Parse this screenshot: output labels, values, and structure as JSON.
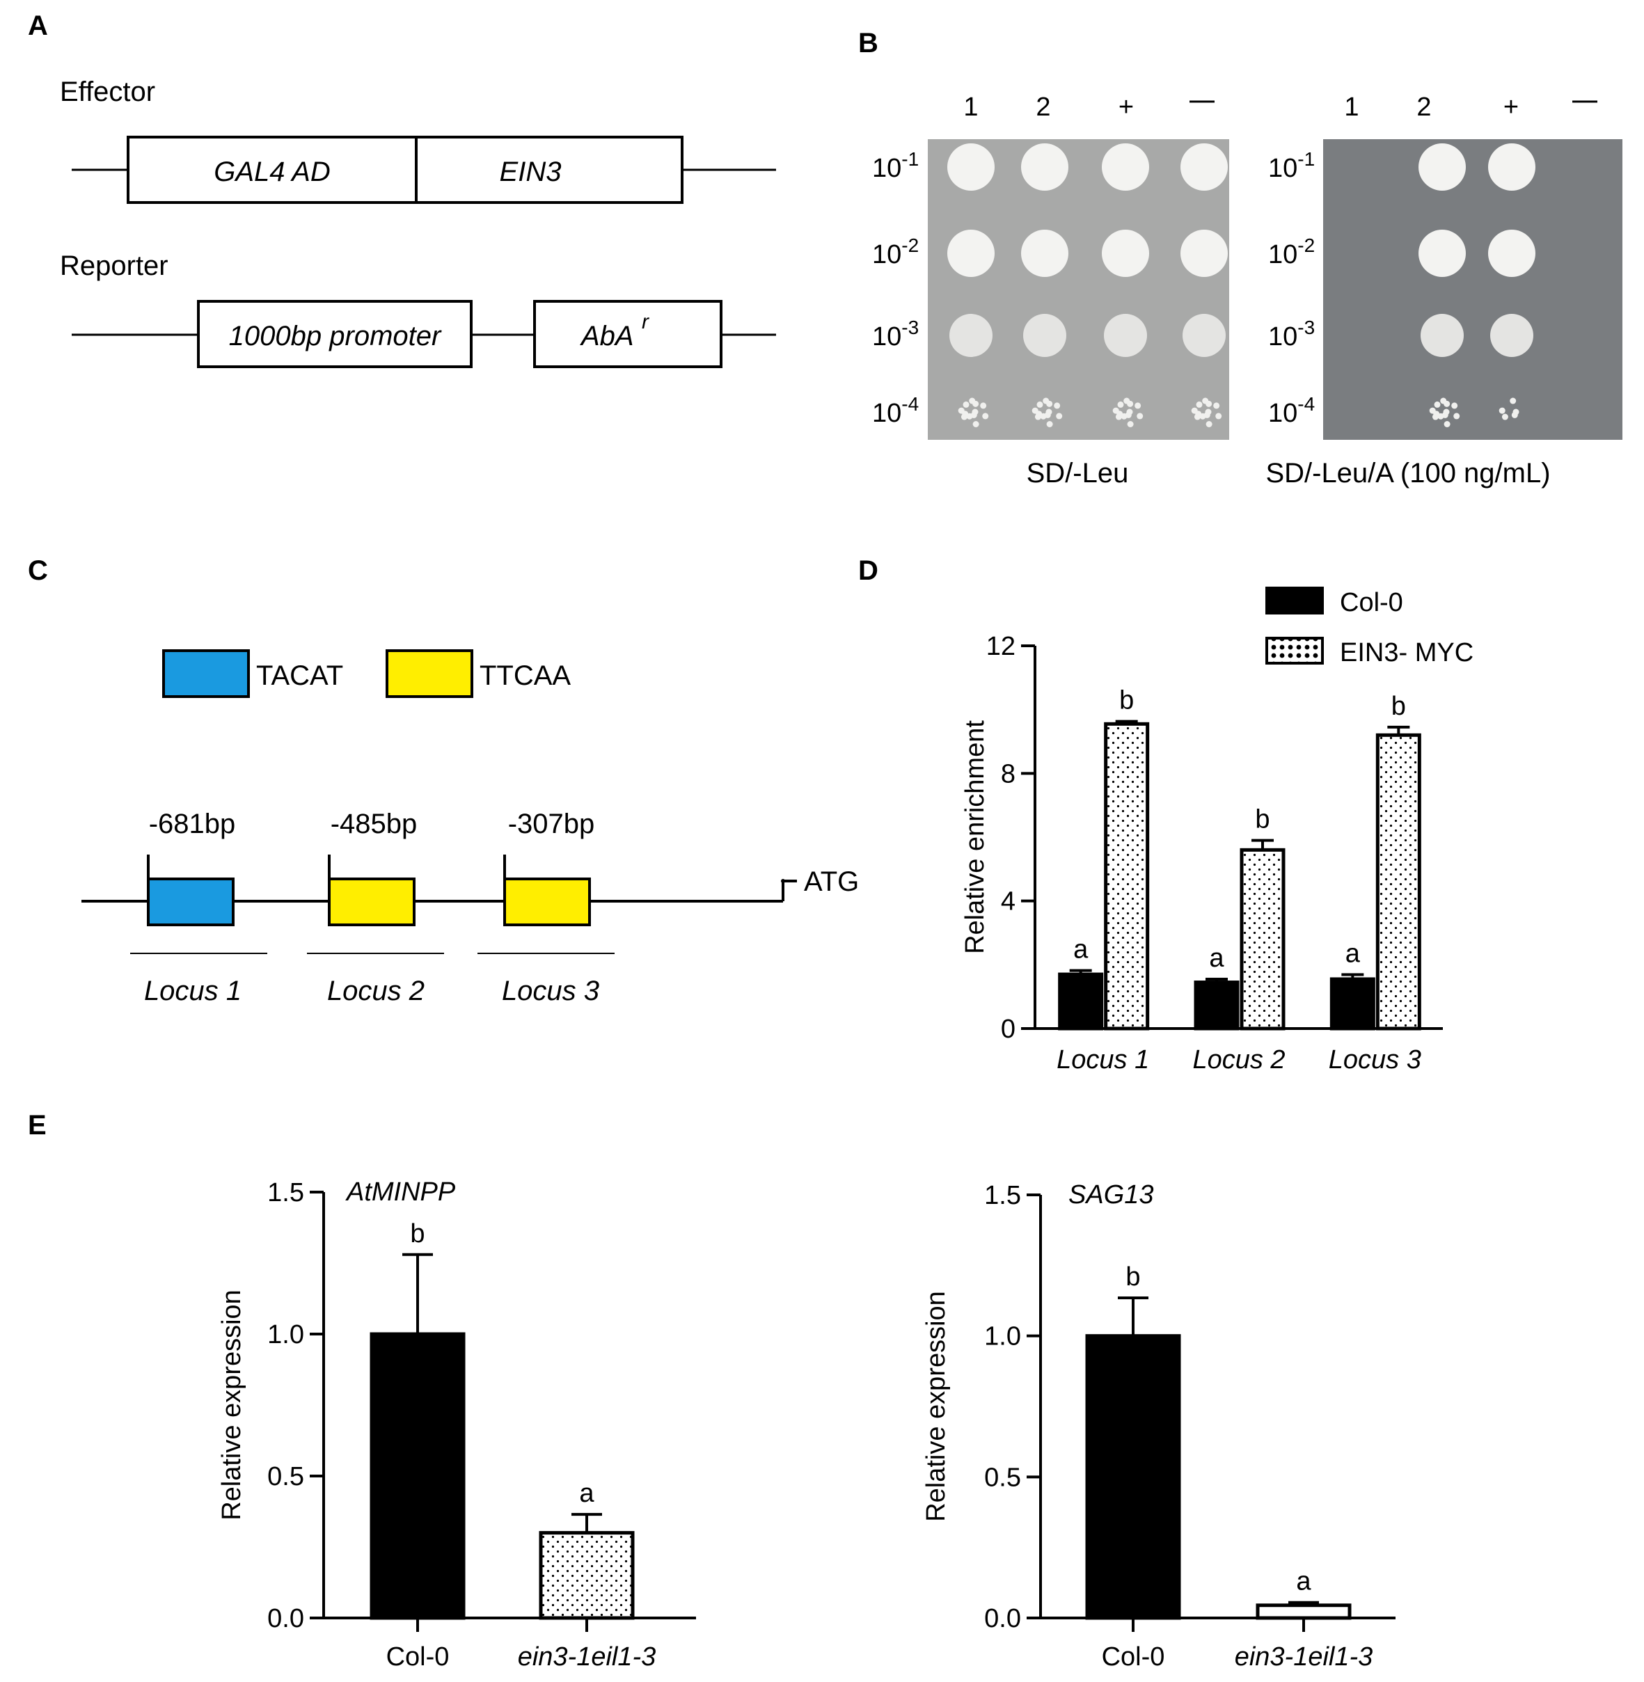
{
  "panels": {
    "A": {
      "label": "A",
      "effector_title": "Effector",
      "effector_boxes": [
        "GAL4 AD",
        "EIN3"
      ],
      "reporter_title": "Reporter",
      "reporter_promoter": "1000bp promoter",
      "reporter_gene": "AbA",
      "reporter_gene_sup": "r"
    },
    "B": {
      "label": "B",
      "columns": [
        "1",
        "2",
        "+",
        "—"
      ],
      "dilution_base": "10",
      "dilution_exponents": [
        "-1",
        "-2",
        "-3",
        "-4"
      ],
      "plate_left_caption": "SD/-Leu",
      "plate_right_caption": "SD/-Leu/A (100 ng/mL)",
      "plate_left_color": "#a8a9a8",
      "plate_right_color": "#7a7d80"
    },
    "C": {
      "label": "C",
      "legend": [
        {
          "label": "TACAT",
          "color": "#1a9ae0"
        },
        {
          "label": "TTCAA",
          "color": "#ffee00"
        }
      ],
      "sites": [
        "-681bp",
        "-485bp",
        "-307bp"
      ],
      "site_types": [
        "TACAT",
        "TTCAA",
        "TTCAA"
      ],
      "loci": [
        "Locus 1",
        "Locus 2",
        "Locus 3"
      ],
      "start_label": "ATG"
    },
    "D": {
      "label": "D"
    },
    "E": {
      "label": "E"
    }
  },
  "chart_data": [
    {
      "type": "bar",
      "panel": "D",
      "categories": [
        "Locus 1",
        "Locus 2",
        "Locus 3"
      ],
      "series": [
        {
          "name": "Col-0",
          "fill": "solid",
          "values": [
            1.7,
            1.45,
            1.55
          ],
          "errors": [
            0.12,
            0.1,
            0.14
          ],
          "letters": [
            "a",
            "a",
            "a"
          ]
        },
        {
          "name": "EIN3- MYC",
          "fill": "dotted",
          "values": [
            9.55,
            5.6,
            9.2
          ],
          "errors": [
            0.08,
            0.3,
            0.25
          ],
          "letters": [
            "b",
            "b",
            "b"
          ]
        }
      ],
      "ylabel": "Relative enrichment",
      "ylim": [
        0,
        12
      ],
      "yticks": [
        0,
        4,
        8,
        12
      ],
      "legend_position": "top-right"
    },
    {
      "type": "bar",
      "panel": "E",
      "title": "AtMINPP",
      "categories": [
        "Col-0",
        "ein3-1eil1-3"
      ],
      "values": [
        1.0,
        0.3
      ],
      "errors": [
        0.28,
        0.065
      ],
      "letters": [
        "b",
        "a"
      ],
      "fills": [
        "solid",
        "dotted"
      ],
      "ylabel": "Relative expression",
      "ylim": [
        0,
        1.5
      ],
      "yticks": [
        "0.0",
        "0.5",
        "1.0",
        "1.5"
      ]
    },
    {
      "type": "bar",
      "panel": "E",
      "title": "SAG13",
      "categories": [
        "Col-0",
        "ein3-1eil1-3"
      ],
      "values": [
        1.0,
        0.045
      ],
      "errors": [
        0.135,
        0.01
      ],
      "letters": [
        "b",
        "a"
      ],
      "fills": [
        "solid",
        "white"
      ],
      "ylabel": "Relative expression",
      "ylim": [
        0,
        1.5
      ],
      "yticks": [
        "0.0",
        "0.5",
        "1.0",
        "1.5"
      ]
    }
  ]
}
